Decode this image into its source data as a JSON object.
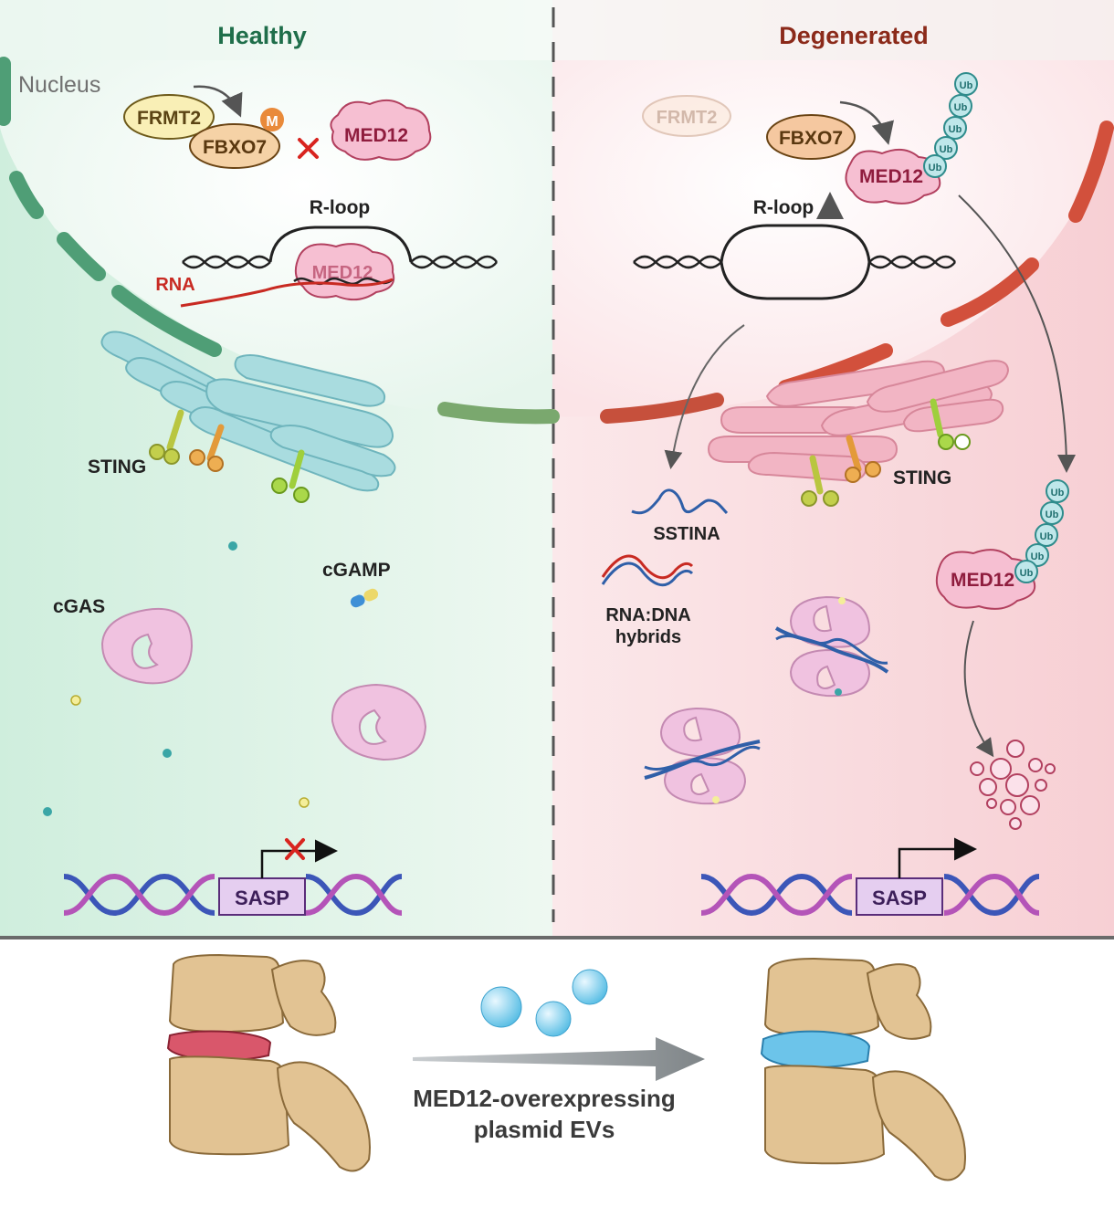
{
  "panels": {
    "healthy": {
      "title": "Healthy",
      "nucleus_label": "Nucleus",
      "proteins": {
        "frmt2": "FRMT2",
        "fbxo7": "FBXO7",
        "methyl_mark": "M",
        "med12": "MED12",
        "med12_rloop": "MED12"
      },
      "rloop_label": "R-loop",
      "rna_label": "RNA",
      "sting_label": "STING",
      "cgas_label": "cGAS",
      "cgamp_label": "cGAMP",
      "sasp_label": "SASP"
    },
    "degenerated": {
      "title": "Degenerated",
      "proteins": {
        "frmt2": "FRMT2",
        "fbxo7": "FBXO7",
        "med12": "MED12",
        "med12_cyto": "MED12",
        "ub": "Ub"
      },
      "rloop_label": "R-loop",
      "sting_label": "STING",
      "ssdna_label": "SSTINA",
      "hybrids_label_line1": "RNA:DNA",
      "hybrids_label_line2": "hybrids",
      "sasp_label": "SASP"
    }
  },
  "treatment": {
    "label_line1": "MED12-overexpressing",
    "label_line2": "plasmid EVs"
  },
  "colors": {
    "healthy_title": "#1f6e4a",
    "degenerated_title": "#8b2a1a",
    "healthy_membrane": "#4f9e76",
    "degenerated_membrane": "#d2503c",
    "er_healthy": "#a9dcdf",
    "er_degenerated": "#f2b5c4",
    "cgas_fill": "#f0c2e0",
    "med12_fill": "#f6bfd2",
    "ub_fill": "#bfe7ea",
    "ev_fill": "#7fd0ea",
    "disc_healthy": "#d9576b",
    "disc_treated": "#6cc4ea",
    "bone": "#e2c393"
  }
}
